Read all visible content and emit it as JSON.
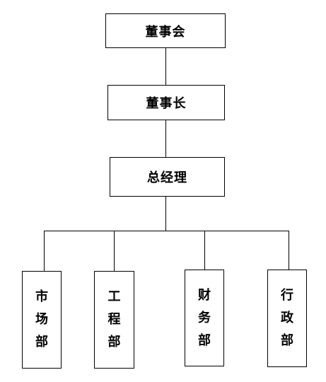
{
  "org": {
    "board": "董事会",
    "chairman": "董事长",
    "general_manager": "总经理",
    "departments": [
      {
        "label": "市场部",
        "chars": [
          "市",
          "场",
          "部"
        ]
      },
      {
        "label": "工程部",
        "chars": [
          "工",
          "程",
          "部"
        ]
      },
      {
        "label": "财务部",
        "chars": [
          "财",
          "务",
          "部"
        ]
      },
      {
        "label": "行政部",
        "chars": [
          "行",
          "政",
          "部"
        ]
      }
    ]
  }
}
